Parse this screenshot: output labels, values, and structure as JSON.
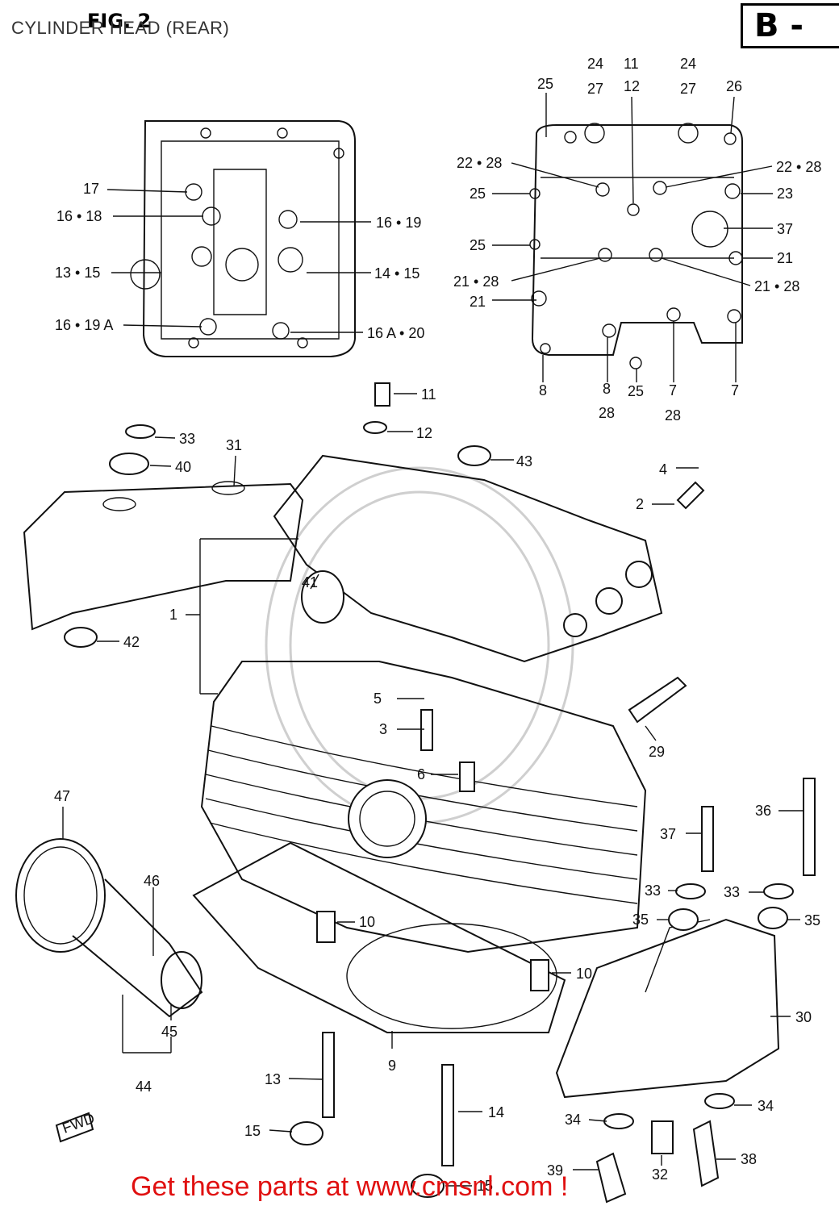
{
  "header": {
    "title": "CYLINDER HEAD (REAR)",
    "fig_label": "FIG. 2",
    "badge": "B -"
  },
  "footer": {
    "link_text": "Get these parts at www.cmsnl.com !"
  },
  "colors": {
    "line": "#111111",
    "footer_text": "#e01010",
    "watermark": "#cfcfcf"
  },
  "callouts": [
    {
      "id": "c17",
      "text": "17"
    },
    {
      "id": "c1618",
      "text": "16 • 18"
    },
    {
      "id": "c1619",
      "text": "16 • 19"
    },
    {
      "id": "c1315",
      "text": "13 • 15"
    },
    {
      "id": "c1415",
      "text": "14 • 15"
    },
    {
      "id": "c1619a",
      "text": "16 • 19 A"
    },
    {
      "id": "c16a20",
      "text": "16 A • 20"
    },
    {
      "id": "c2427a",
      "text": "24"
    },
    {
      "id": "c2427a2",
      "text": "27"
    },
    {
      "id": "c1112a",
      "text": "11"
    },
    {
      "id": "c1112b",
      "text": "12"
    },
    {
      "id": "c2427b",
      "text": "24"
    },
    {
      "id": "c2427b2",
      "text": "27"
    },
    {
      "id": "c25a",
      "text": "25"
    },
    {
      "id": "c26",
      "text": "26"
    },
    {
      "id": "c2228a",
      "text": "22 • 28"
    },
    {
      "id": "c2228b",
      "text": "22 • 28"
    },
    {
      "id": "c25b",
      "text": "25"
    },
    {
      "id": "c23",
      "text": "23"
    },
    {
      "id": "c37a",
      "text": "37"
    },
    {
      "id": "c25c",
      "text": "25"
    },
    {
      "id": "c21a",
      "text": "21"
    },
    {
      "id": "c2128a",
      "text": "21 • 28"
    },
    {
      "id": "c2128b",
      "text": "21 • 28"
    },
    {
      "id": "c21b",
      "text": "21"
    },
    {
      "id": "c8a",
      "text": "8"
    },
    {
      "id": "c8b",
      "text": "8"
    },
    {
      "id": "c28a",
      "text": "28"
    },
    {
      "id": "c25d",
      "text": "25"
    },
    {
      "id": "c7a",
      "text": "7"
    },
    {
      "id": "c28b",
      "text": "28"
    },
    {
      "id": "c7b",
      "text": "7"
    },
    {
      "id": "c11",
      "text": "11"
    },
    {
      "id": "c12",
      "text": "12"
    },
    {
      "id": "c33a",
      "text": "33"
    },
    {
      "id": "c31",
      "text": "31"
    },
    {
      "id": "c40",
      "text": "40"
    },
    {
      "id": "c43",
      "text": "43"
    },
    {
      "id": "c4",
      "text": "4"
    },
    {
      "id": "c2",
      "text": "2"
    },
    {
      "id": "c41",
      "text": "41"
    },
    {
      "id": "c1",
      "text": "1"
    },
    {
      "id": "c42",
      "text": "42"
    },
    {
      "id": "c5",
      "text": "5"
    },
    {
      "id": "c3",
      "text": "3"
    },
    {
      "id": "c6",
      "text": "6"
    },
    {
      "id": "c29",
      "text": "29"
    },
    {
      "id": "c47",
      "text": "47"
    },
    {
      "id": "c36",
      "text": "36"
    },
    {
      "id": "c37b",
      "text": "37"
    },
    {
      "id": "c46",
      "text": "46"
    },
    {
      "id": "c33b",
      "text": "33"
    },
    {
      "id": "c33c",
      "text": "33"
    },
    {
      "id": "c10a",
      "text": "10"
    },
    {
      "id": "c35a",
      "text": "35"
    },
    {
      "id": "c35b",
      "text": "35"
    },
    {
      "id": "c10b",
      "text": "10"
    },
    {
      "id": "c45",
      "text": "45"
    },
    {
      "id": "c30",
      "text": "30"
    },
    {
      "id": "c9",
      "text": "9"
    },
    {
      "id": "c44",
      "text": "44"
    },
    {
      "id": "c13",
      "text": "13"
    },
    {
      "id": "c14",
      "text": "14"
    },
    {
      "id": "c34a",
      "text": "34"
    },
    {
      "id": "c34b",
      "text": "34"
    },
    {
      "id": "c15a",
      "text": "15"
    },
    {
      "id": "c38",
      "text": "38"
    },
    {
      "id": "c39",
      "text": "39"
    },
    {
      "id": "c32",
      "text": "32"
    },
    {
      "id": "c15b",
      "text": "15"
    },
    {
      "id": "cfwd",
      "text": "FWD"
    }
  ]
}
